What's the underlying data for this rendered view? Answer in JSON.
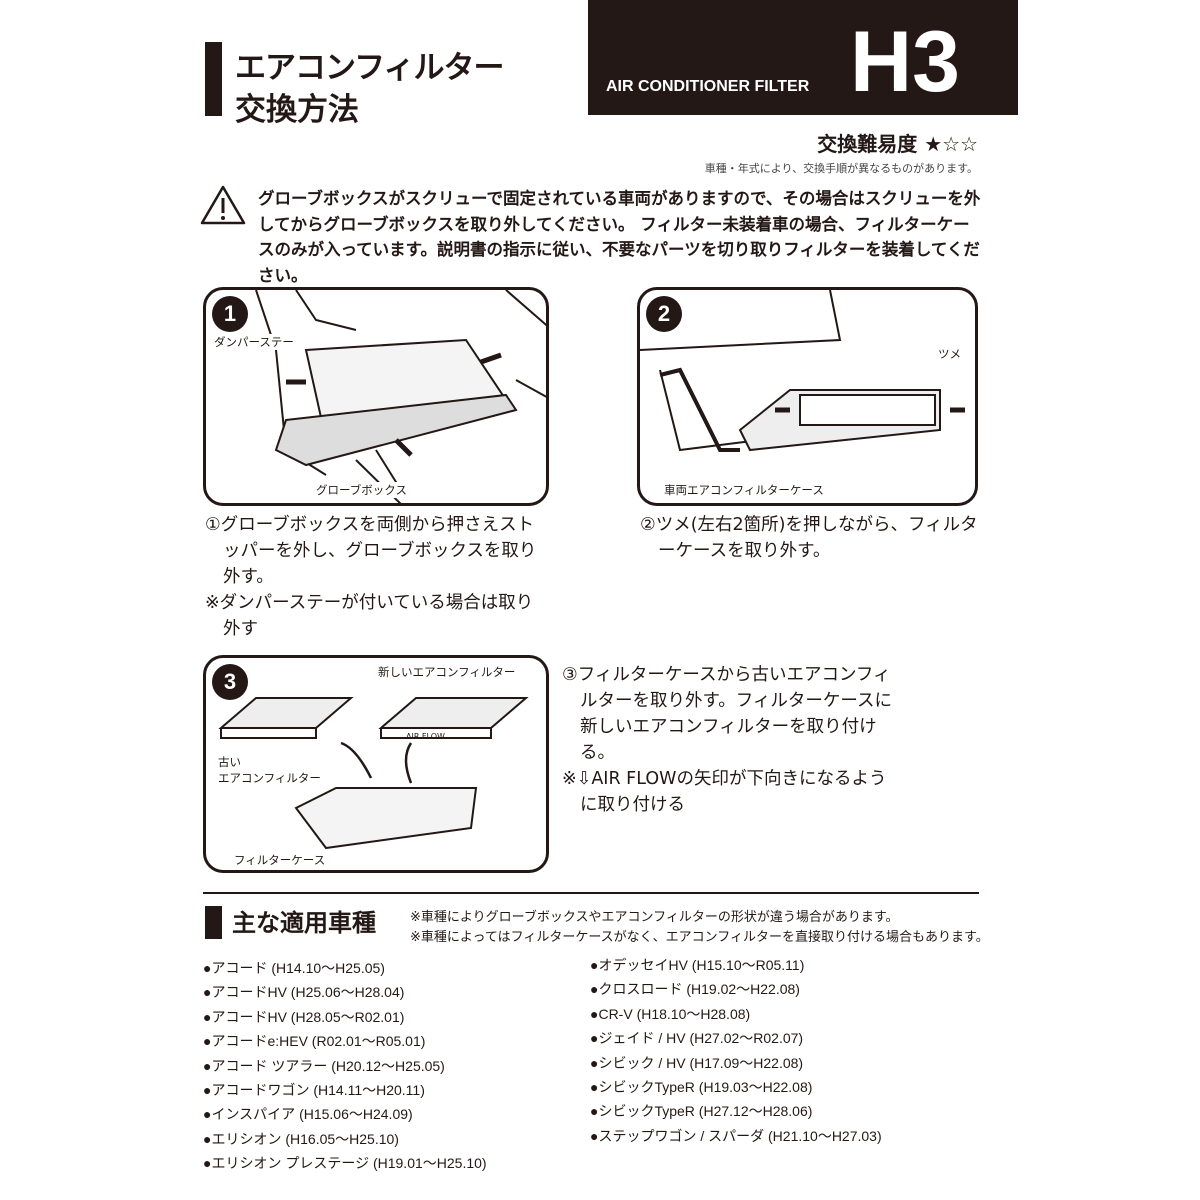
{
  "header": {
    "subtitle": "AIR CONDITIONER FILTER",
    "code": "H3"
  },
  "title": {
    "line1": "エアコンフィルター",
    "line2": "交換方法"
  },
  "difficulty": {
    "label": "交換難易度",
    "stars": "★☆☆",
    "level": 1,
    "max": 3,
    "note": "車種・年式により、交換手順が異なるものがあります。"
  },
  "warning": {
    "icon": "warning-triangle-icon",
    "text": "グローブボックスがスクリューで固定されている車両がありますので、その場合はスクリューを外してからグローブボックスを取り外してください。 フィルター未装着車の場合、フィルターケースのみが入っています。説明書の指示に従い、不要なパーツを切り取りフィルターを装着してください。"
  },
  "steps": [
    {
      "number": "1",
      "labels": [
        "ダンパーステー",
        "グローブボックス"
      ],
      "caption": [
        "①グローブボックスを両側から押さえストッパーを外し、グローブボックスを取り外す。",
        "※ダンパーステーが付いている場合は取り外す"
      ]
    },
    {
      "number": "2",
      "labels": [
        "ツメ",
        "車両エアコンフィルターケース"
      ],
      "caption": [
        "②ツメ(左右2箇所)を押しながら、フィルターケースを取り外す。"
      ]
    },
    {
      "number": "3",
      "labels": [
        "新しいエアコンフィルター",
        "古い\nエアコンフィルター",
        "フィルターケース",
        "AIR FLOW"
      ],
      "caption": [
        "③フィルターケースから古いエアコンフィルターを取り外す。フィルターケースに新しいエアコンフィルターを取り付ける。",
        "※⇩AIR FLOWの矢印が下向きになるように取り付ける"
      ]
    }
  ],
  "models": {
    "heading": "主な適用車種",
    "notes": [
      "※車種によりグローブボックスやエアコンフィルターの形状が違う場合があります。",
      "※車種によってはフィルターケースがなく、エアコンフィルターを直接取り付ける場合もあります。"
    ],
    "left": [
      "●アコード (H14.10～H25.05)",
      "●アコードHV (H25.06～H28.04)",
      "●アコードHV (H28.05～R02.01)",
      "●アコードe:HEV (R02.01～R05.01)",
      "●アコード ツアラー (H20.12～H25.05)",
      "●アコードワゴン (H14.11～H20.11)",
      "●インスパイア (H15.06～H24.09)",
      "●エリシオン (H16.05～H25.10)",
      "●エリシオン プレステージ (H19.01～H25.10)"
    ],
    "right": [
      "●オデッセイHV (H15.10～R05.11)",
      "●クロスロード (H19.02～H22.08)",
      "●CR-V (H18.10～H28.08)",
      "●ジェイド / HV (H27.02～R02.07)",
      "●シビック / HV (H17.09～H22.08)",
      "●シビックTypeR (H19.03～H22.08)",
      "●シビックTypeR (H27.12～H28.06)",
      "●ステップワゴン / スパーダ (H21.10～H27.03)"
    ]
  }
}
